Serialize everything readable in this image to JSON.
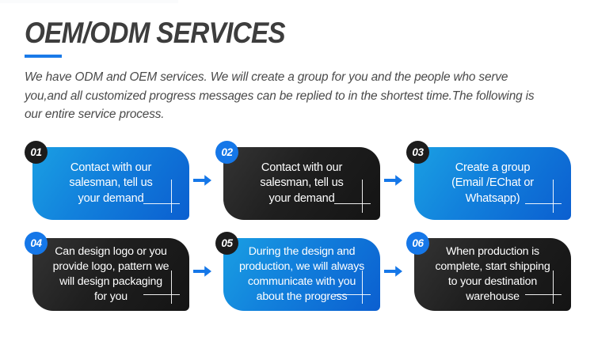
{
  "header": {
    "title": "OEM/ODM SERVICES",
    "accent_color": "#1a7ae8",
    "description": "We have ODM and OEM services. We will create a group for you and the people who serve you,and all customized progress messages can be replied to in the shortest time.The following is our entire service process."
  },
  "theme": {
    "blue_light": "#1a9fe3",
    "blue_dark": "#0b5fd0",
    "badge_blue": "#1577e8",
    "badge_dark": "#1c1c1c",
    "card_dark": "#1f1f1f",
    "title_color": "#3d3d3d",
    "arrow_color": "#1577e8"
  },
  "arrow_icon": "arrow-right-icon",
  "steps": [
    {
      "number": "01",
      "text": "Contact with our\nsalesman, tell us\nyour demand",
      "card_style": "blue",
      "badge_style": "dark"
    },
    {
      "number": "02",
      "text": "Contact with our\nsalesman, tell us\nyour demand",
      "card_style": "dark",
      "badge_style": "blue"
    },
    {
      "number": "03",
      "text": "Create a group\n(Email /EChat or\nWhatsapp)",
      "card_style": "blue",
      "badge_style": "dark"
    },
    {
      "number": "04",
      "text": "Can design logo or you\nprovide logo, pattern we\nwill design packaging\nfor you",
      "card_style": "dark",
      "badge_style": "blue"
    },
    {
      "number": "05",
      "text": "During the design and\nproduction, we will always\ncommunicate with you\nabout the progress",
      "card_style": "blue",
      "badge_style": "dark"
    },
    {
      "number": "06",
      "text": "When production is\ncomplete, start shipping\nto your destination\nwarehouse",
      "card_style": "dark",
      "badge_style": "blue"
    }
  ]
}
